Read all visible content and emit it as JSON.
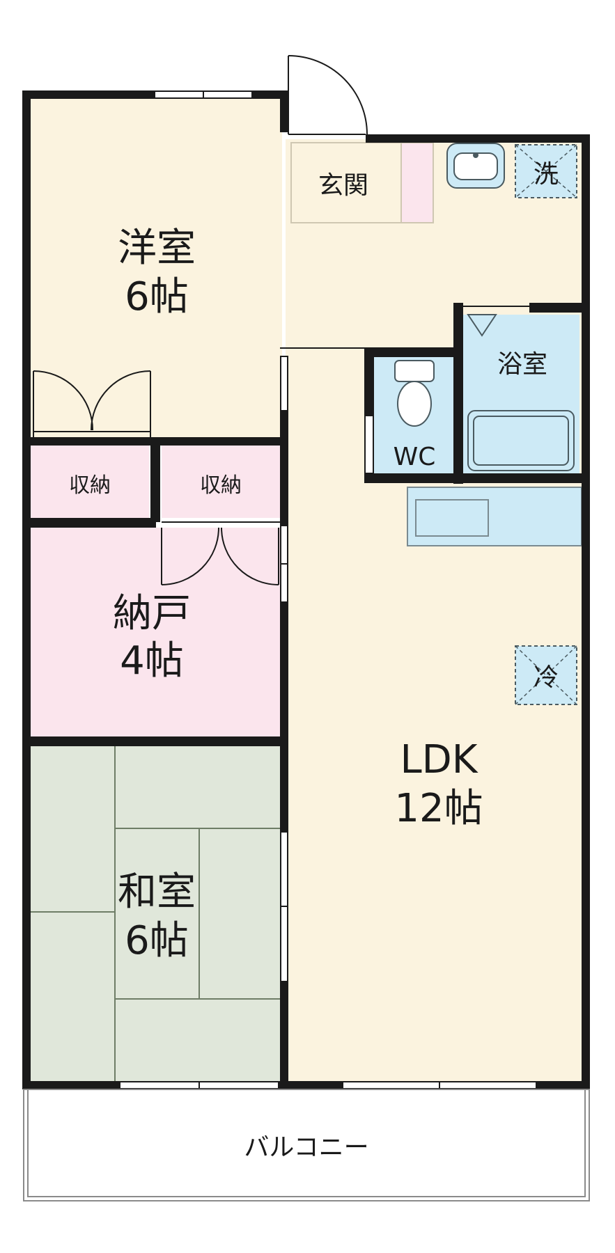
{
  "rooms": {
    "western_room": {
      "name": "洋室",
      "size": "6帖"
    },
    "storeroom": {
      "name": "納戸",
      "size": "4帖"
    },
    "japanese_room": {
      "name": "和室",
      "size": "6帖"
    },
    "ldk": {
      "name": "LDK",
      "size": "12帖"
    },
    "entrance": {
      "name": "玄関"
    },
    "bathroom": {
      "name": "浴室"
    },
    "toilet": {
      "name": "WC"
    },
    "closet_left": {
      "name": "収納"
    },
    "closet_right": {
      "name": "収納"
    },
    "balcony": {
      "name": "バルコニー"
    }
  },
  "symbols": {
    "washer": "洗",
    "refrigerator": "冷"
  },
  "colors": {
    "wood_floor": "#fbf3df",
    "storage_pink": "#fbe5ed",
    "tatami_green": "#e0e7da",
    "wet_area_blue": "#cdeaf6",
    "wall": "#1a1a1a"
  }
}
